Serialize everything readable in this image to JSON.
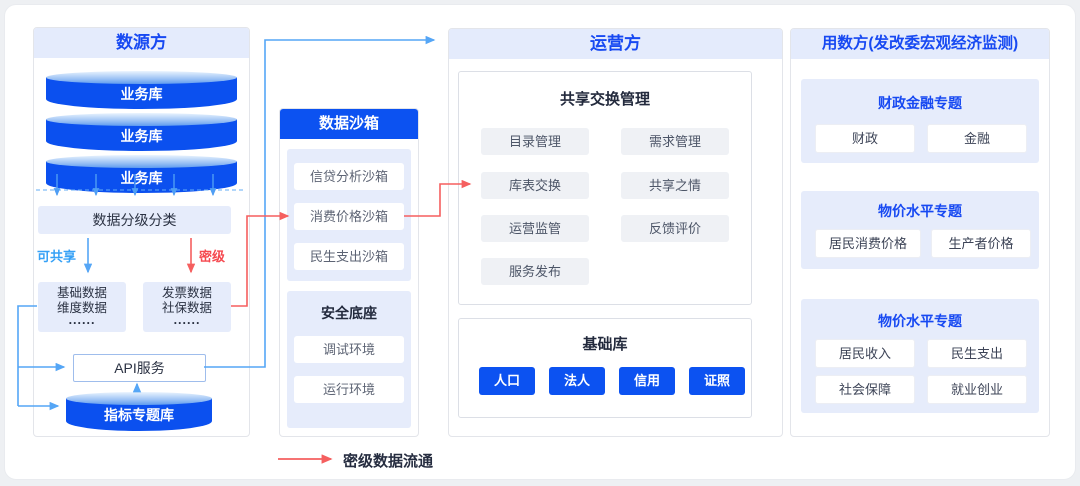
{
  "palette": {
    "accent_blue": "#0c52f1",
    "title_blue": "#1749f2",
    "connector_blue": "#55a6f6",
    "sharable_blue": "#36a1f6",
    "secret_red": "#f5484f",
    "connector_red": "#f55f5f",
    "header_lavender": "#e4ebfc",
    "box_lavender": "#e6ecfb"
  },
  "source_panel": {
    "title": "数源方",
    "cylinders": [
      "业务库",
      "业务库",
      "业务库"
    ],
    "classify_box": "数据分级分类",
    "sharable_label": "可共享",
    "secret_label": "密级",
    "base_data_box": [
      "基础数据",
      "维度数据",
      "......"
    ],
    "invoice_box": [
      "发票数据",
      "社保数据",
      "......"
    ],
    "api_box": "API服务",
    "indicator_cylinder": "指标专题库"
  },
  "sandbox_panel": {
    "title": "数据沙箱",
    "sandboxes": [
      "信贷分析沙箱",
      "消费价格沙箱",
      "民生支出沙箱"
    ],
    "security": {
      "title": "安全底座",
      "items": [
        "调试环境",
        "运行环境"
      ]
    }
  },
  "operator_panel": {
    "title": "运营方",
    "exchange": {
      "title": "共享交换管理",
      "items": [
        "目录管理",
        "需求管理",
        "库表交换",
        "共享之情",
        "运营监管",
        "反馈评价",
        "服务发布"
      ]
    },
    "base_library": {
      "title": "基础库",
      "items": [
        "人口",
        "法人",
        "信用",
        "证照"
      ]
    }
  },
  "consumer_panel": {
    "title": "用数方(发改委宏观经济监测)",
    "sections": [
      {
        "title": "财政金融专题",
        "items": [
          "财政",
          "金融"
        ]
      },
      {
        "title": "物价水平专题",
        "items": [
          "居民消费价格",
          "生产者价格"
        ]
      },
      {
        "title": "物价水平专题",
        "items": [
          "居民收入",
          "民生支出",
          "社会保障",
          "就业创业"
        ]
      }
    ]
  },
  "legend": {
    "label": "密级数据流通"
  }
}
